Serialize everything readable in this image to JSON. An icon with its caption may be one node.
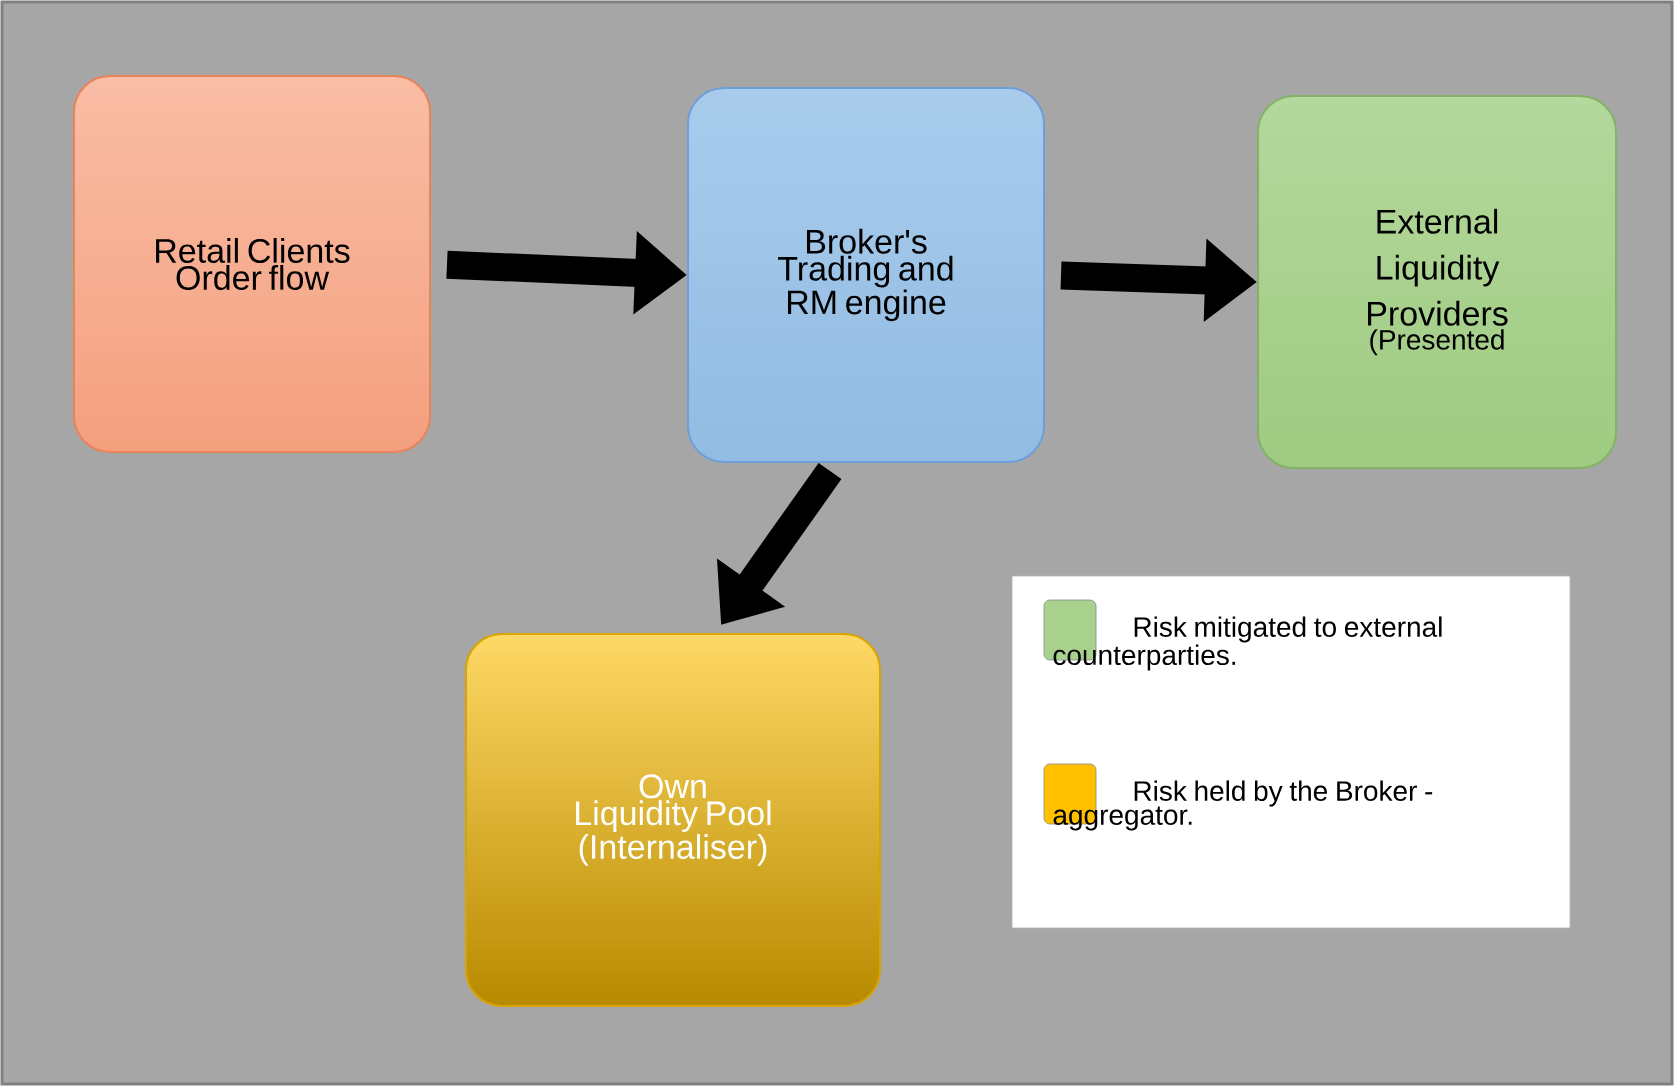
{
  "diagram": {
    "nodes": [
      {
        "text": [
          "Retail Clients Order flow"
        ]
      },
      {
        "text": [
          "Broker's Trading and RM engine"
        ]
      },
      {
        "text": [
          "External Liquidity Providers",
          "(Presented"
        ]
      },
      {
        "text": [
          "Own Liquidity Pool (Internaliser)"
        ]
      }
    ],
    "edges": [
      {
        "from": 0,
        "to": 1,
        "arrow": "to"
      },
      {
        "from": 1,
        "to": 2,
        "arrow": "to"
      },
      {
        "from": 1,
        "to": 3,
        "arrow": "to"
      }
    ],
    "legend": [
      {
        "text": "Risk mitigated to external counterparties.",
        "color": "#a9d18e"
      },
      {
        "text": "Risk held by the Broker - aggregator.",
        "color": "#ffc000"
      }
    ]
  }
}
